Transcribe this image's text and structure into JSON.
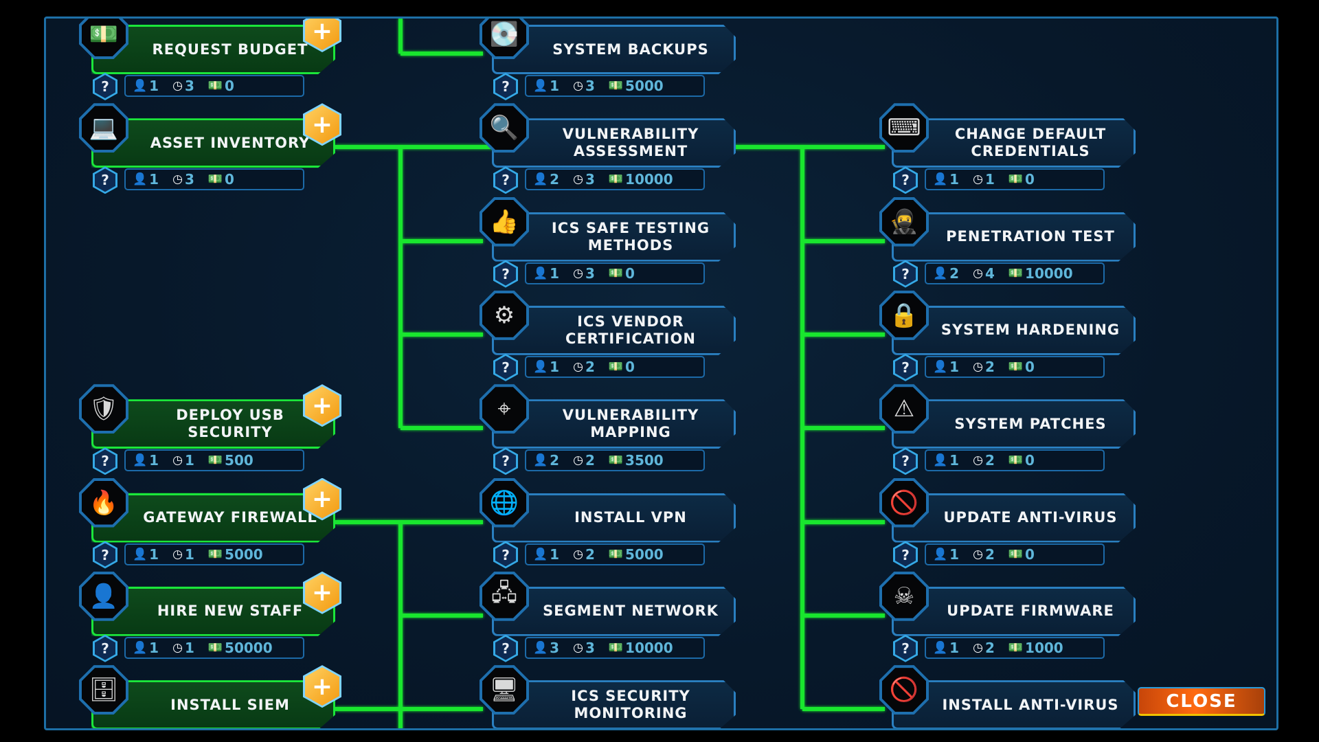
{
  "colors": {
    "unlocked": "#1be63a",
    "locked": "#2a7fc0",
    "close": "#ff6a10"
  },
  "close_label": "CLOSE",
  "help_label": "?",
  "plus_label": "+",
  "columns": [
    [
      {
        "title": "REQUEST BUDGET",
        "icon": "money-icon",
        "glyph": "💵",
        "state": "unlocked",
        "staff": "1",
        "time": "3",
        "cost": "0"
      },
      {
        "title": "ASSET INVENTORY",
        "icon": "laptop-icon",
        "glyph": "💻",
        "state": "unlocked",
        "staff": "1",
        "time": "3",
        "cost": "0"
      },
      null,
      null,
      {
        "title": "DEPLOY USB SECURITY",
        "icon": "usb-shield-icon",
        "glyph": "🛡",
        "state": "unlocked",
        "staff": "1",
        "time": "1",
        "cost": "500"
      },
      {
        "title": "GATEWAY FIREWALL",
        "icon": "firewall-icon",
        "glyph": "🔥",
        "state": "unlocked",
        "staff": "1",
        "time": "1",
        "cost": "5000"
      },
      {
        "title": "HIRE NEW STAFF",
        "icon": "staff-icon",
        "glyph": "👤",
        "state": "unlocked",
        "staff": "1",
        "time": "1",
        "cost": "50000"
      },
      {
        "title": "INSTALL SIEM",
        "icon": "server-shield-icon",
        "glyph": "🗄",
        "state": "unlocked"
      }
    ],
    [
      {
        "title": "SYSTEM BACKUPS",
        "icon": "hard-drive-icon",
        "glyph": "💽",
        "state": "locked",
        "staff": "1",
        "time": "3",
        "cost": "5000"
      },
      {
        "title": "VULNERABILITY ASSESSMENT",
        "icon": "magnifier-network-icon",
        "glyph": "🔍",
        "state": "locked",
        "staff": "2",
        "time": "3",
        "cost": "10000"
      },
      {
        "title": "ICS SAFE TESTING METHODS",
        "icon": "thumbs-up-icon",
        "glyph": "👍",
        "state": "locked",
        "staff": "1",
        "time": "3",
        "cost": "0"
      },
      {
        "title": "ICS VENDOR CERTIFICATION",
        "icon": "certificate-gear-icon",
        "glyph": "⚙",
        "state": "locked",
        "staff": "1",
        "time": "2",
        "cost": "0"
      },
      {
        "title": "VULNERABILITY MAPPING",
        "icon": "crosshair-icon",
        "glyph": "⌖",
        "state": "locked",
        "staff": "2",
        "time": "2",
        "cost": "3500"
      },
      {
        "title": "INSTALL VPN",
        "icon": "globe-shield-icon",
        "glyph": "🌐",
        "state": "locked",
        "staff": "1",
        "time": "2",
        "cost": "5000"
      },
      {
        "title": "SEGMENT NETWORK",
        "icon": "network-icon",
        "glyph": "🖧",
        "state": "locked",
        "staff": "3",
        "time": "3",
        "cost": "10000"
      },
      {
        "title": "ICS SECURITY MONITORING",
        "icon": "monitoring-icon",
        "glyph": "🖥",
        "state": "locked"
      }
    ],
    [
      null,
      {
        "title": "CHANGE DEFAULT CREDENTIALS",
        "icon": "login-icon",
        "glyph": "⌨",
        "state": "locked",
        "staff": "1",
        "time": "1",
        "cost": "0"
      },
      {
        "title": "PENETRATION TEST",
        "icon": "hacker-icon",
        "glyph": "🥷",
        "state": "locked",
        "staff": "2",
        "time": "4",
        "cost": "10000"
      },
      {
        "title": "SYSTEM HARDENING",
        "icon": "server-lock-icon",
        "glyph": "🔒",
        "state": "locked",
        "staff": "1",
        "time": "2",
        "cost": "0"
      },
      {
        "title": "SYSTEM PATCHES",
        "icon": "error-monitor-icon",
        "glyph": "⚠",
        "state": "locked",
        "staff": "1",
        "time": "2",
        "cost": "0"
      },
      {
        "title": "UPDATE ANTI-VIRUS",
        "icon": "no-virus-icon",
        "glyph": "🚫",
        "state": "locked",
        "staff": "1",
        "time": "2",
        "cost": "0"
      },
      {
        "title": "UPDATE FIRMWARE",
        "icon": "chip-skull-icon",
        "glyph": "☠",
        "state": "locked",
        "staff": "1",
        "time": "2",
        "cost": "1000"
      },
      {
        "title": "INSTALL ANTI-VIRUS",
        "icon": "no-virus-icon",
        "glyph": "🚫",
        "state": "locked"
      }
    ]
  ]
}
